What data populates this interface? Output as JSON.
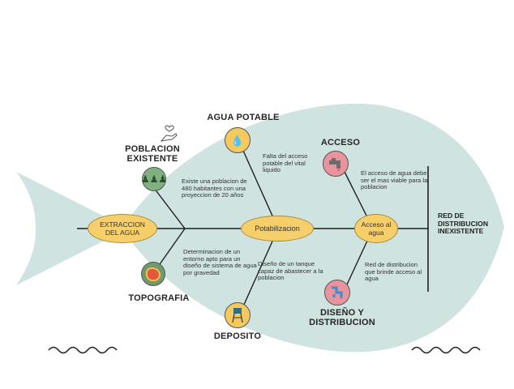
{
  "diagram": {
    "problem": "RED DE DISTRIBUCION INEXISTENTE",
    "spine_nodes": {
      "extraccion": "EXTRACCION DEL AGUA",
      "potabilizacion": "Potabilizacion",
      "acceso": "Acceso al agua"
    },
    "categories": {
      "poblacion": {
        "title": "POBLACION EXISTENTE",
        "text": "Existe una poblacion de 480 habitantes con una proyeccion de 20 años",
        "icon": "people-icon"
      },
      "topografia": {
        "title": "TOPOGRAFIA",
        "text": "Determinacion de un entorno apto para un diseño de sistema de agua por gravedad",
        "icon": "topography-map-icon"
      },
      "agua_potable": {
        "title": "AGUA POTABLE",
        "text": "Falta del acceso potable del vital liquido",
        "icon": "water-drops-icon"
      },
      "deposito": {
        "title": "DEPOSITO",
        "text": "Diseño de un tanque capaz de abastecer a la poblacion",
        "icon": "water-tower-icon"
      },
      "acceso": {
        "title": "ACCESO",
        "text": "El acceso de agua debe ser el mas viable para la poblacion",
        "icon": "faucet-icon"
      },
      "distribucion": {
        "title": "DISEÑO Y DISTRIBUCION",
        "text": "Red de distribucion que brinde acceso al agua",
        "icon": "pipes-icon"
      }
    },
    "colors": {
      "fish_body": "#cfe3e1",
      "node_fill": "#f7cf6a",
      "line": "#1f1f1f"
    }
  }
}
